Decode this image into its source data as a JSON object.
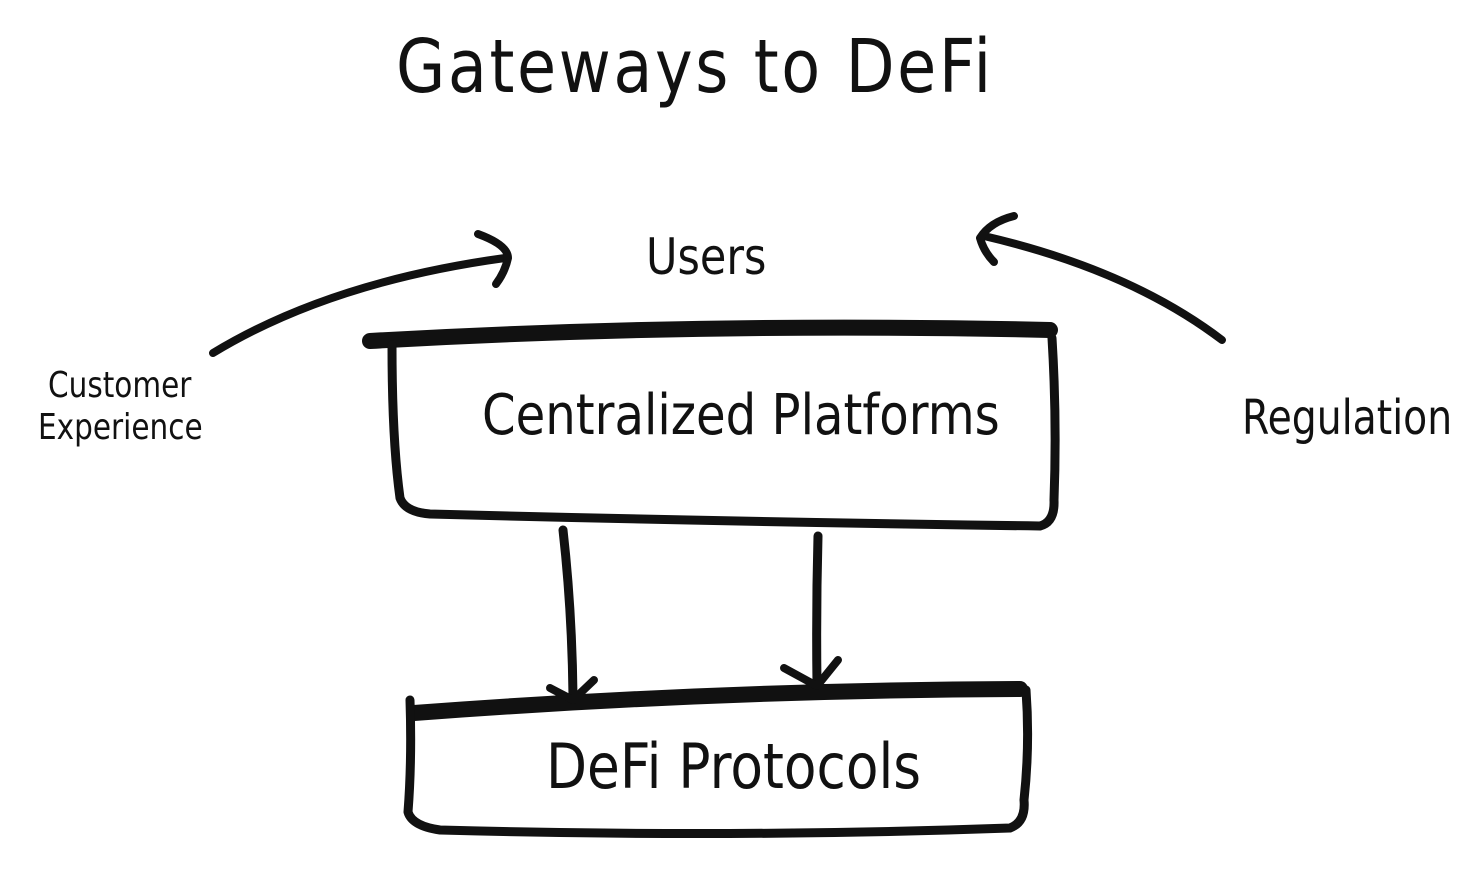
{
  "title": "Gateways to DeFi",
  "nodes": {
    "users": "Users",
    "centralized_platforms": "Centralized Platforms",
    "defi_protocols": "DeFi Protocols"
  },
  "edge_labels": {
    "customer_experience_line1": "Customer",
    "customer_experience_line2": "Experience",
    "regulation": "Regulation"
  },
  "colors": {
    "ink": "#111111",
    "background": "#ffffff"
  }
}
